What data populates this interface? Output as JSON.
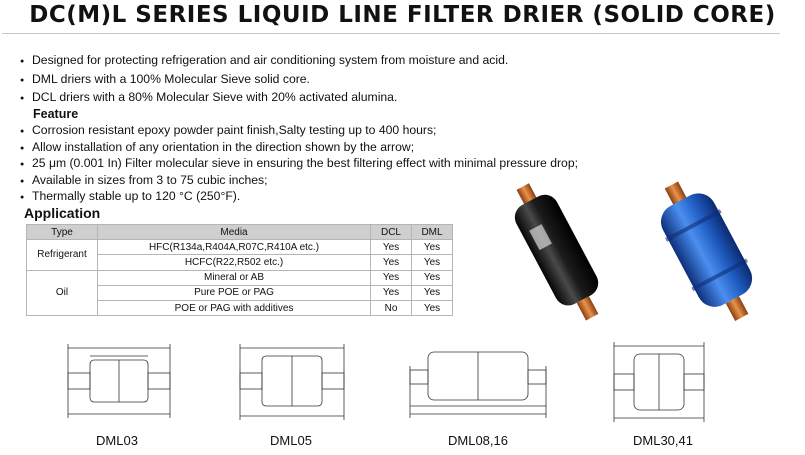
{
  "title": "DC(M)L SERIES LIQUID LINE FILTER DRIER (SOLID CORE)",
  "intro_bullets": [
    "Designed for protecting refrigeration and air conditioning system from moisture and acid.",
    "DML driers with a 100% Molecular Sieve solid core.",
    "DCL driers with a 80% Molecular Sieve with 20% activated alumina."
  ],
  "feature_heading": "Feature",
  "features": [
    "Corrosion resistant epoxy powder paint finish,Salty testing up to 400 hours;",
    "Allow installation of any orientation in the direction shown by the arrow;",
    "25 μm (0.001 In) Filter molecular sieve in ensuring the best filtering effect with minimal pressure drop;",
    "Available in sizes from 3 to 75 cubic inches;",
    "Thermally stable up to 120 °C (250°F)."
  ],
  "application_heading": "Application",
  "table": {
    "headers": [
      "Type",
      "Media",
      "DCL",
      "DML"
    ],
    "groups": [
      {
        "type": "Refrigerant",
        "rows": [
          {
            "media": "HFC(R134a,R404A,R07C,R410A etc.)",
            "dcl": "Yes",
            "dml": "Yes"
          },
          {
            "media": "HCFC(R22,R502 etc.)",
            "dcl": "Yes",
            "dml": "Yes"
          }
        ]
      },
      {
        "type": "Oil",
        "rows": [
          {
            "media": "Mineral or AB",
            "dcl": "Yes",
            "dml": "Yes"
          },
          {
            "media": "Pure POE or PAG",
            "dcl": "Yes",
            "dml": "Yes"
          },
          {
            "media": "POE or PAG with additives",
            "dcl": "No",
            "dml": "Yes"
          }
        ]
      }
    ]
  },
  "diagram_labels": [
    "DML03",
    "DML05",
    "DML08,16",
    "DML30,41"
  ],
  "colors": {
    "black_drier": "#1a1a1a",
    "blue_drier": "#2a6fd1",
    "copper": "#c9702c",
    "table_header": "#cfcfcf"
  }
}
